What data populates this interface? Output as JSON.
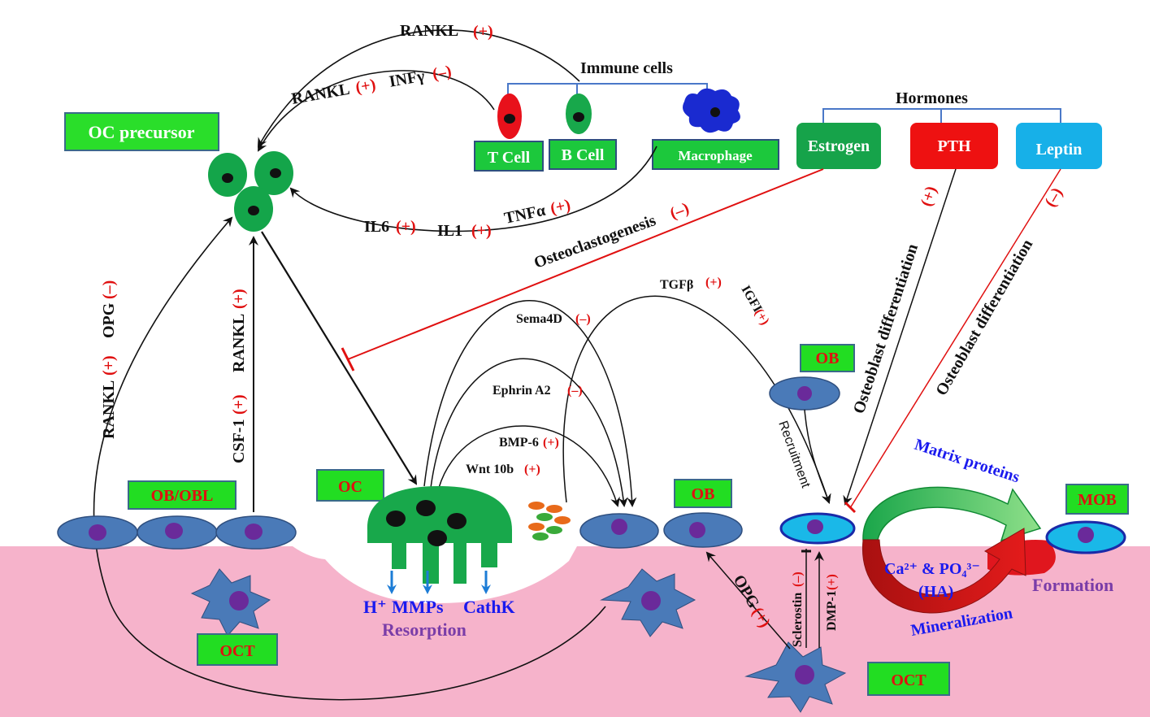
{
  "colors": {
    "bone": "#f7b4cc",
    "cell_green": "#0fa84a",
    "box_green": "#22dd22",
    "osteoblast": "#4a7ab8",
    "nucleus": "#6a2a9a",
    "red_sign": "#e01010",
    "estrogen": "#16a34a",
    "pth": "#ee1111",
    "leptin": "#17b0e8",
    "blue_text": "#1a1aee",
    "purple_text": "#7a3da8"
  },
  "immune": {
    "title": "Immune cells",
    "t_cell": "T Cell",
    "b_cell": "B Cell",
    "macrophage": "Macrophage"
  },
  "hormones": {
    "title": "Hormones",
    "estrogen": "Estrogen",
    "pth": "PTH",
    "leptin": "Leptin"
  },
  "boxes": {
    "oc_precursor": "OC precursor",
    "ob_obl": "OB/OBL",
    "oc": "OC",
    "ob_mid": "OB",
    "ob_top": "OB",
    "oct_left": "OCT",
    "oct_right": "OCT",
    "mob": "MOB"
  },
  "labels": {
    "rankl_top": "RANKL",
    "rankl_mid": "RANKL",
    "infy": "INFγ",
    "il6": "IL6",
    "il1": "IL1",
    "tnfa": "TNFα",
    "osteoclastogenesis": "Osteoclastogenesis",
    "tgfb": "TGFβ",
    "igfi": "IGFI",
    "sema4d": "Sema4D",
    "ephrin": "Ephrin  A2",
    "bmp6": "BMP-6",
    "wnt10b": "Wnt 10b",
    "rankl_opg_left": "RANKL",
    "opg_left": "OPG",
    "csf1_rankl": "CSF-1",
    "rankl_csf": "RANKL",
    "ob_diff_pth": "Osteoblast differentiation",
    "ob_diff_leptin": "Osteoblast differentiation",
    "recruitment": "Recruitment",
    "matrix_proteins": "Matrix proteins",
    "formation": "Formation",
    "mineralization": "Mineralization",
    "ca_po4": "Ca²⁺ & PO₄³⁻",
    "ha": "(HA)",
    "h_plus": "H⁺",
    "mmps": "MMPs",
    "cathk": "CathK",
    "resorption": "Resorption",
    "opg_right": "OPG",
    "sclerostin": "Sclerostin",
    "dmp1": "DMP-1",
    "plus": "(+)",
    "minus": "(–)",
    "plus_tight": "(+)",
    "minus_tight": "(–)"
  }
}
